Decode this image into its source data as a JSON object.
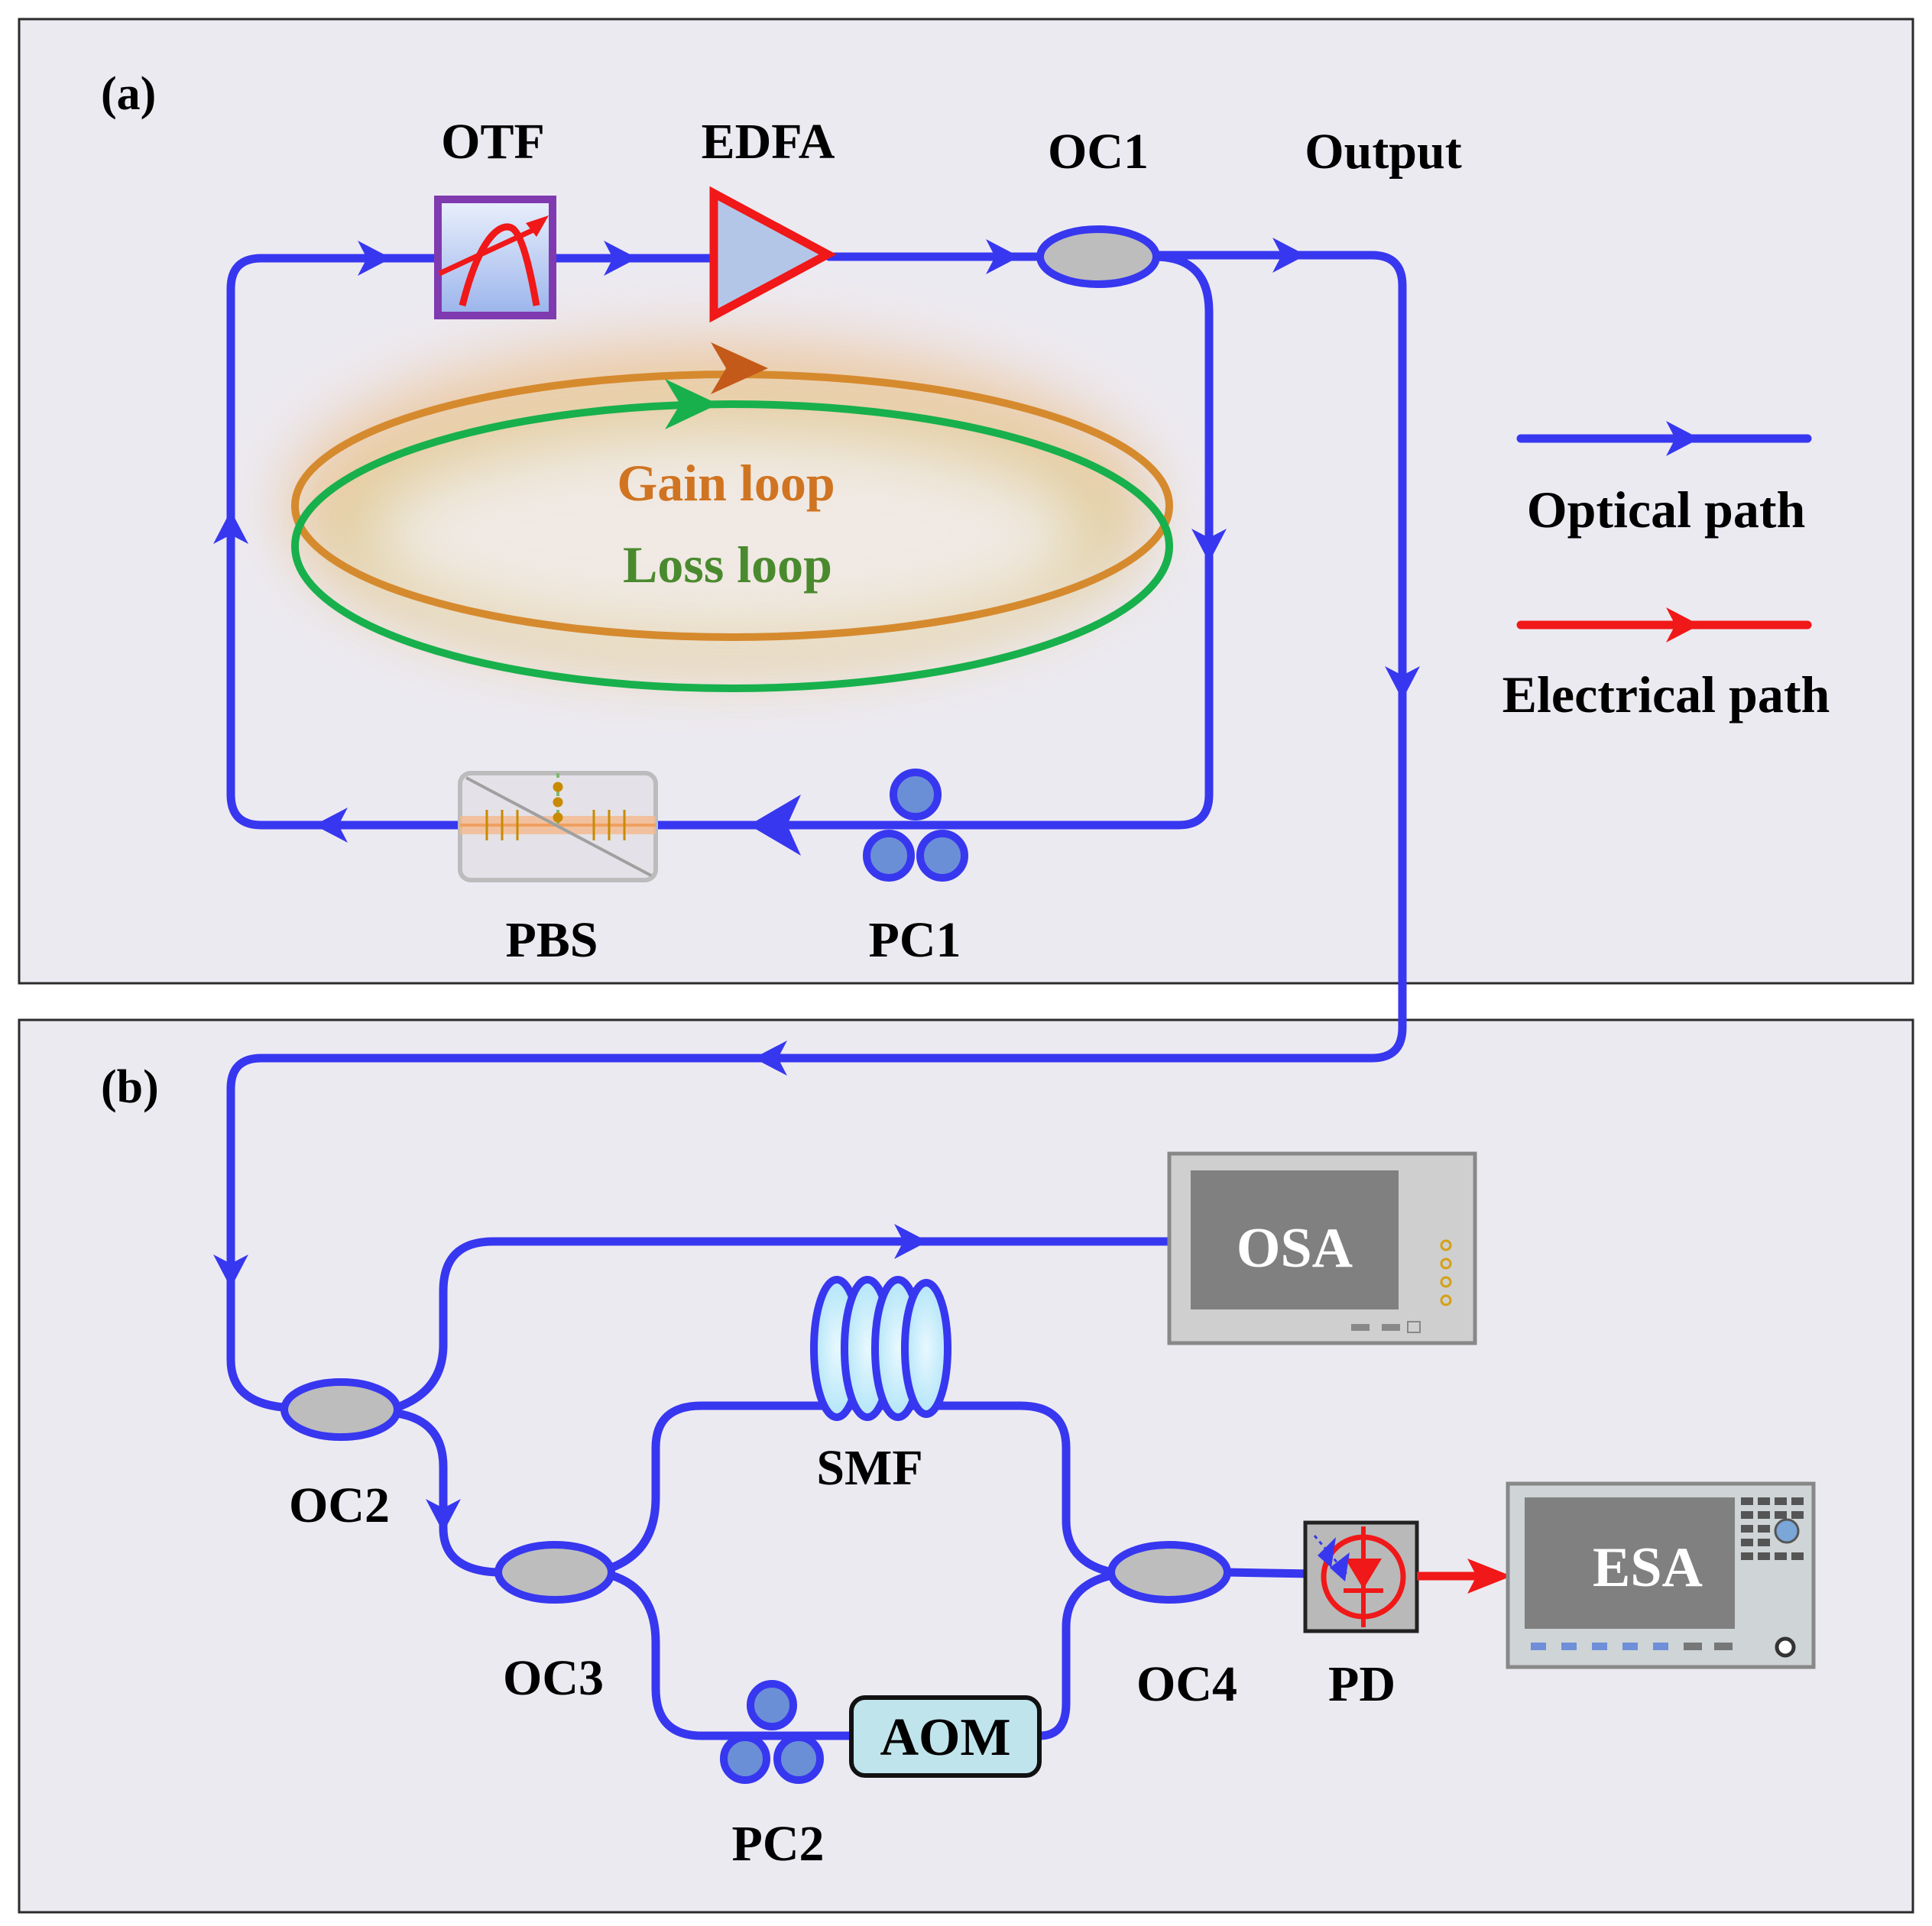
{
  "panels": {
    "a": {
      "label": "(a)"
    },
    "b": {
      "label": "(b)"
    }
  },
  "components": {
    "otf": "OTF",
    "edfa": "EDFA",
    "oc1": "OC1",
    "output": "Output",
    "pbs": "PBS",
    "pc1": "PC1",
    "oc2": "OC2",
    "oc3": "OC3",
    "oc4": "OC4",
    "smf": "SMF",
    "pc2": "PC2",
    "aom": "AOM",
    "pd": "PD",
    "osa": "OSA",
    "esa": "ESA"
  },
  "loops": {
    "gain": "Gain loop",
    "loss": "Loss loop"
  },
  "legend": {
    "optical": "Optical path",
    "electrical": "Electrical path"
  },
  "colors": {
    "optical": "#3737f0",
    "electrical": "#f01818",
    "gain_loop": "#d68a2e",
    "loss_loop": "#18b04c",
    "panel_bg": "#eceaf1"
  }
}
